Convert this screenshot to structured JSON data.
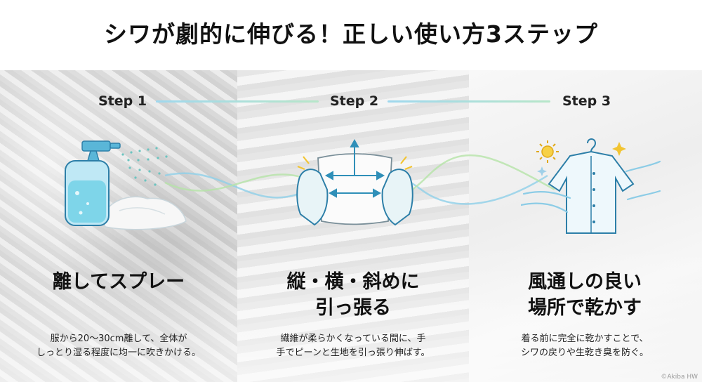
{
  "title": "シワが劇的に伸びる！正しい使い方3ステップ",
  "steps": [
    {
      "label": "Step 1",
      "heading_line1": "離してスプレー",
      "heading_line2": "",
      "desc_line1": "服から20〜30cm離して、全体が",
      "desc_line2": "しっとり湿る程度に均一に吹きかける。",
      "icon": "spray-bottle-icon"
    },
    {
      "label": "Step 2",
      "heading_line1": "縦・横・斜めに",
      "heading_line2": "引っ張る",
      "desc_line1": "繊維が柔らかくなっている間に、手",
      "desc_line2": "手でピーンと生地を引っ張り伸ばす。",
      "icon": "stretching-hands-icon"
    },
    {
      "label": "Step 3",
      "heading_line1": "風通しの良い",
      "heading_line2": "場所で乾かす",
      "desc_line1": "着る前に完全に乾かすことで、",
      "desc_line2": "シワの戻りや生乾き臭を防ぐ。",
      "icon": "hanging-shirt-icon"
    }
  ],
  "credit": "©Akiba HW",
  "colors": {
    "accent_blue": "#4aa8d8",
    "accent_green": "#9fd9a8",
    "accent_yellow": "#f2c431"
  }
}
